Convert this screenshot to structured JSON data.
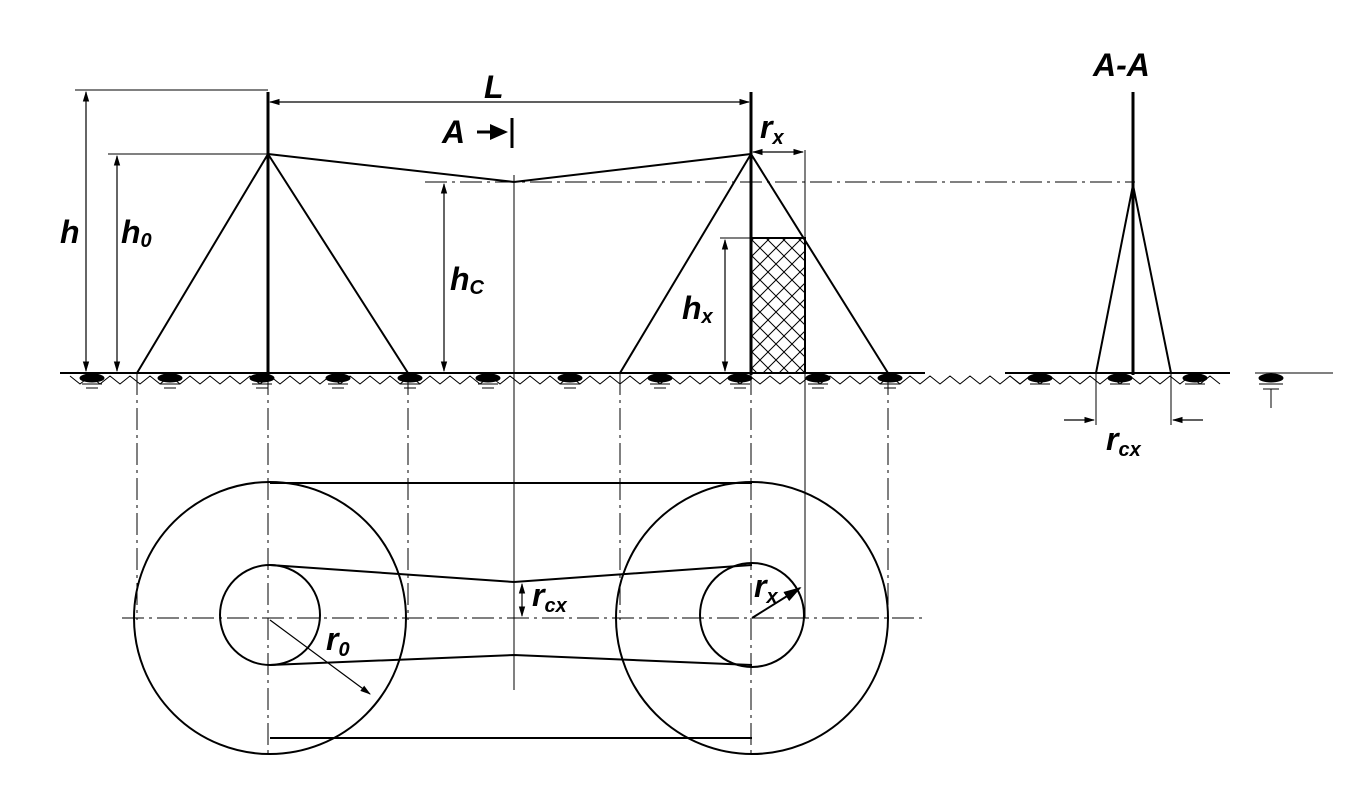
{
  "diagram": {
    "section_label": "A-A",
    "section_marker": "A",
    "labels": {
      "L": "L",
      "h": "h",
      "h0": {
        "main": "h",
        "sub": "0"
      },
      "hc": {
        "main": "h",
        "sub": "C"
      },
      "hx": {
        "main": "h",
        "sub": "x"
      },
      "rx_top": {
        "main": "r",
        "sub": "x"
      },
      "rx_plan": {
        "main": "r",
        "sub": "x"
      },
      "rcx_plan": {
        "main": "r",
        "sub": "cx"
      },
      "rcx_section": {
        "main": "r",
        "sub": "cx"
      },
      "r0": {
        "main": "r",
        "sub": "0"
      }
    }
  }
}
